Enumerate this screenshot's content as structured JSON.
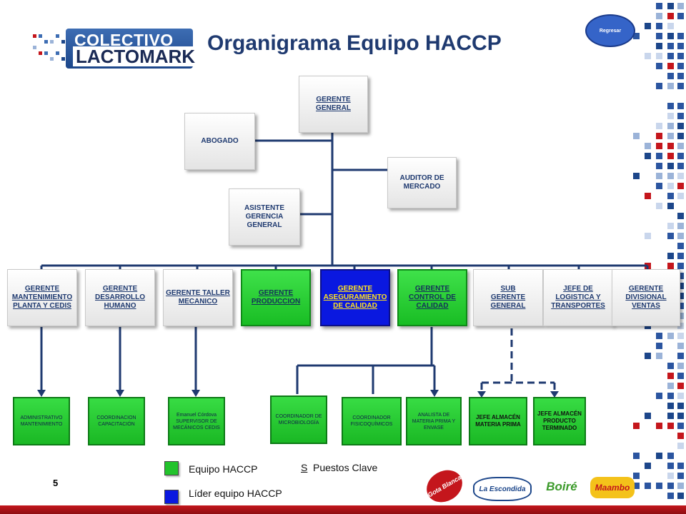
{
  "title": "Organigrama Equipo HACCP",
  "logo": {
    "line1": "COLECTIVO",
    "line2": "LACTOMARK"
  },
  "regresar_label": "Regresar",
  "top": {
    "gerente_general": "GERENTE GENERAL",
    "abogado": "ABOGADO",
    "auditor": "AUDITOR DE MERCADO",
    "asistente": "ASISTENTE GERENCIA GENERAL"
  },
  "managers": [
    {
      "label": "GERENTE MANTENIMIENTO PLANTA Y CEDIS",
      "style": "gray"
    },
    {
      "label": "GERENTE DESARROLLO HUMANO",
      "style": "gray"
    },
    {
      "label": "GERENTE TALLER MECANICO",
      "style": "gray"
    },
    {
      "label": "GERENTE PRODUCCION",
      "style": "green"
    },
    {
      "label": "GERENTE ASEGURAMIENTO DE CALIDAD",
      "style": "blue"
    },
    {
      "label": "GERENTE CONTROL DE CALIDAD",
      "style": "green"
    },
    {
      "label": "SUB GERENTE GENERAL",
      "style": "gray"
    },
    {
      "label": "JEFE DE LOGISTICA Y TRANSPORTES",
      "style": "gray"
    },
    {
      "label": "GERENTE DIVISIONAL VENTAS",
      "style": "gray"
    }
  ],
  "subs": [
    {
      "label": "ADMINISTRATIVO MANTENIMIENTO"
    },
    {
      "label": "COORDINACION CAPACITACIÓN"
    },
    {
      "label": "Emanuel Córdova SUPERVISOR DE MECÁNICOS CEDIS"
    },
    {
      "label": "COORDINADOR DE MICROBIOLOGÍA"
    },
    {
      "label": "COORDINADOR FISICOQUÍMICOS"
    },
    {
      "label": "ANALISTA DE MATERIA PRIMA Y ENVASE"
    },
    {
      "label": "JEFE ALMACÉN MATERIA PRIMA"
    },
    {
      "label": "JEFE ALMACÉN PRODUCTO TERMINADO"
    }
  ],
  "legend": {
    "equipo": "Equipo HACCP",
    "lider": "Líder equipo HACCP",
    "s_letter": "S",
    "puestos": "Puestos Clave",
    "equipo_color": "#22c32c",
    "lider_color": "#0a18e0"
  },
  "page_number": "5",
  "brands": [
    "Gota Blanca",
    "La Escondida",
    "Boiré",
    "Maambo"
  ]
}
